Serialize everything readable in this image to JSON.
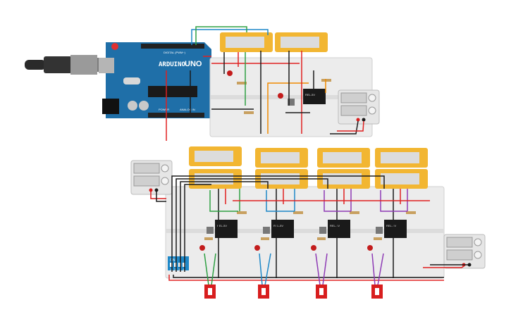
{
  "arduino": {
    "brand": "ARDUINO",
    "model": "UNO",
    "digital_label": "DIGITAL (PWM~)",
    "power_label": "POWER",
    "analog_label": "ANALOG IN"
  },
  "dip_switch": {
    "on_label": "ON",
    "positions": [
      "1",
      "2",
      "3",
      "4"
    ]
  },
  "relay_label": "REL-5V",
  "colors": {
    "board": "#1f6fa8",
    "breadboard": "#ececec",
    "lcd_frame": "#f2b632",
    "lcd_screen": "#dcdcdc",
    "wire_red": "#e02020",
    "wire_black": "#1a1a1a",
    "wire_green": "#2ea043",
    "wire_blue": "#1e88c8",
    "wire_purple": "#8e3bb5",
    "wire_orange": "#f08a00",
    "bulb_red": "#d81e1e"
  }
}
